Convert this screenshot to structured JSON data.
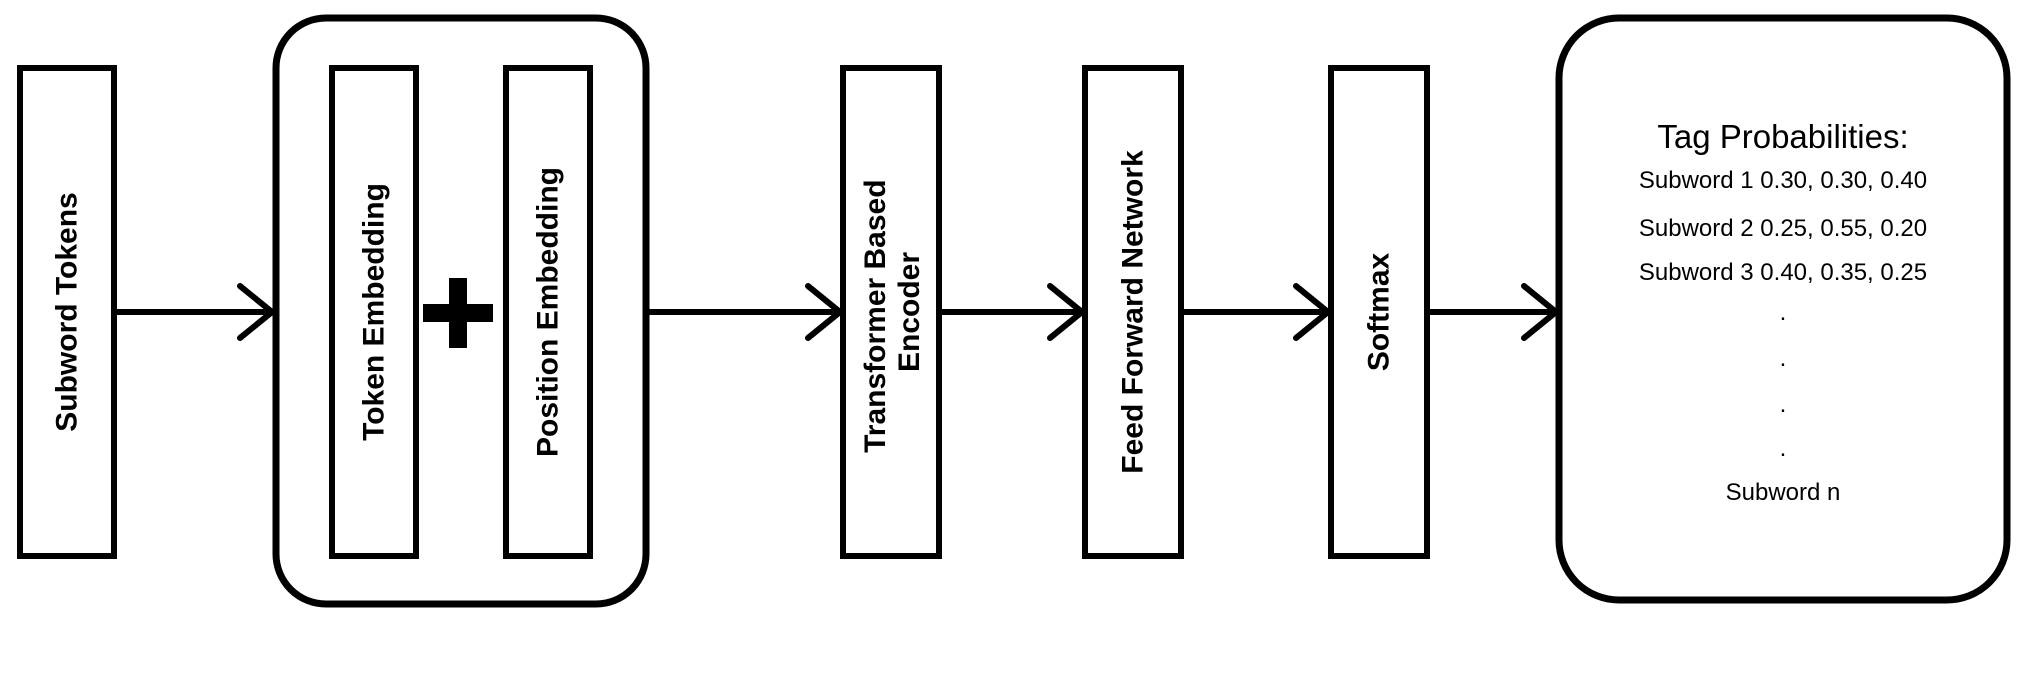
{
  "nodes": {
    "subword_tokens": "Subword Tokens",
    "token_embedding": "Token Embedding",
    "position_embedding": "Position Embedding",
    "encoder_line1": "Transformer Based",
    "encoder_line2": "Encoder",
    "feed_forward": "Feed Forward Network",
    "softmax": "Softmax"
  },
  "operator": {
    "symbol": "plus-icon"
  },
  "output": {
    "title": "Tag Probabilities:",
    "rows": [
      "Subword 1 0.30, 0.30, 0.40",
      "Subword 2 0.25, 0.55, 0.20",
      "Subword 3 0.40, 0.35, 0.25",
      ".",
      ".",
      ".",
      ".",
      "Subword n"
    ]
  }
}
